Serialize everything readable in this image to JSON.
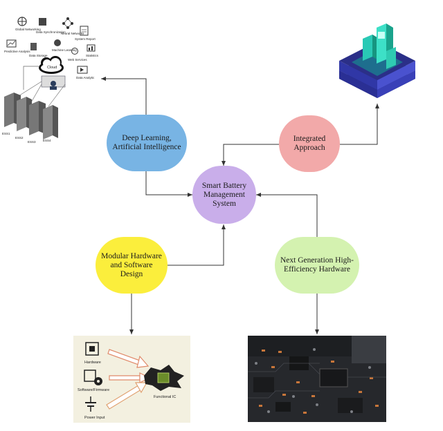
{
  "nodes": {
    "deep_learning": "Deep Learning, Artificial Intelligence",
    "integrated": "Integrated Approach",
    "smart_battery": "Smart Battery Management System",
    "modular": "Modular Hardware and Software Design",
    "next_gen": "Next Generation High-Efficiency Hardware"
  },
  "colors": {
    "deep_learning": "#78b4e4",
    "integrated": "#f2a9a9",
    "smart_battery": "#c9aeea",
    "modular": "#fbee3c",
    "next_gen": "#d4f2b0"
  },
  "cloud_figure": {
    "labels": [
      "Global Networking",
      "Data Synchronization",
      "Neural Networks",
      "System Report",
      "Predictive Analysis",
      "Data Storage",
      "Machine Learning",
      "Statistics",
      "Web Services",
      "Data Analytic",
      "Cloud"
    ],
    "servers": [
      "ESS1",
      "ESS2",
      "ESS3",
      "ESS4"
    ]
  },
  "functional_ic_figure": {
    "labels": [
      "Hardware",
      "Software/Firmware",
      "Power Input",
      "Functional IC"
    ]
  }
}
